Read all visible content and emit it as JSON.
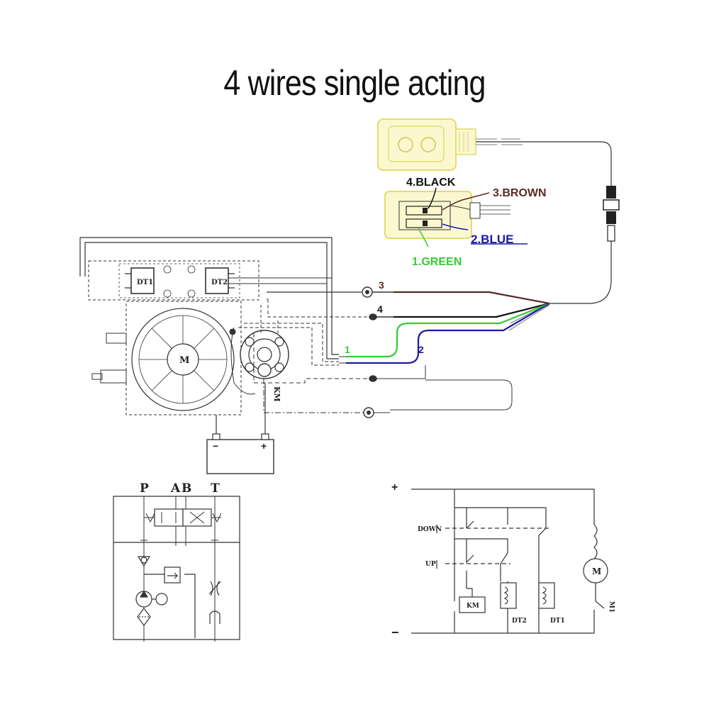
{
  "title": "4 wires single acting",
  "pendant": {
    "wires": [
      {
        "label": "4.BLACK",
        "color": "#111111"
      },
      {
        "label": "3.BROWN",
        "color": "#5a2a22"
      },
      {
        "label": "2.BLUE",
        "color": "#1a1aa8"
      },
      {
        "label": "1.GREEN",
        "color": "#33cc33"
      }
    ],
    "highlight_color": "#f3f0a0"
  },
  "unit": {
    "dt1_label": "DT1",
    "dt2_label": "DT2",
    "motor_label": "M",
    "contactor_label": "KM",
    "battery_minus": "−",
    "battery_plus": "+",
    "wire_numbers": [
      "3",
      "4",
      "1",
      "2"
    ]
  },
  "hydraulic": {
    "ports": [
      "P",
      "A",
      "B",
      "T"
    ]
  },
  "electrical": {
    "plus": "+",
    "minus": "−",
    "down_label": "DOWN",
    "up_label": "UP",
    "km_label": "KM",
    "dt2_label": "DT2",
    "dt1_label": "DT1",
    "motor_label": "M",
    "motor_tag": "M1"
  }
}
